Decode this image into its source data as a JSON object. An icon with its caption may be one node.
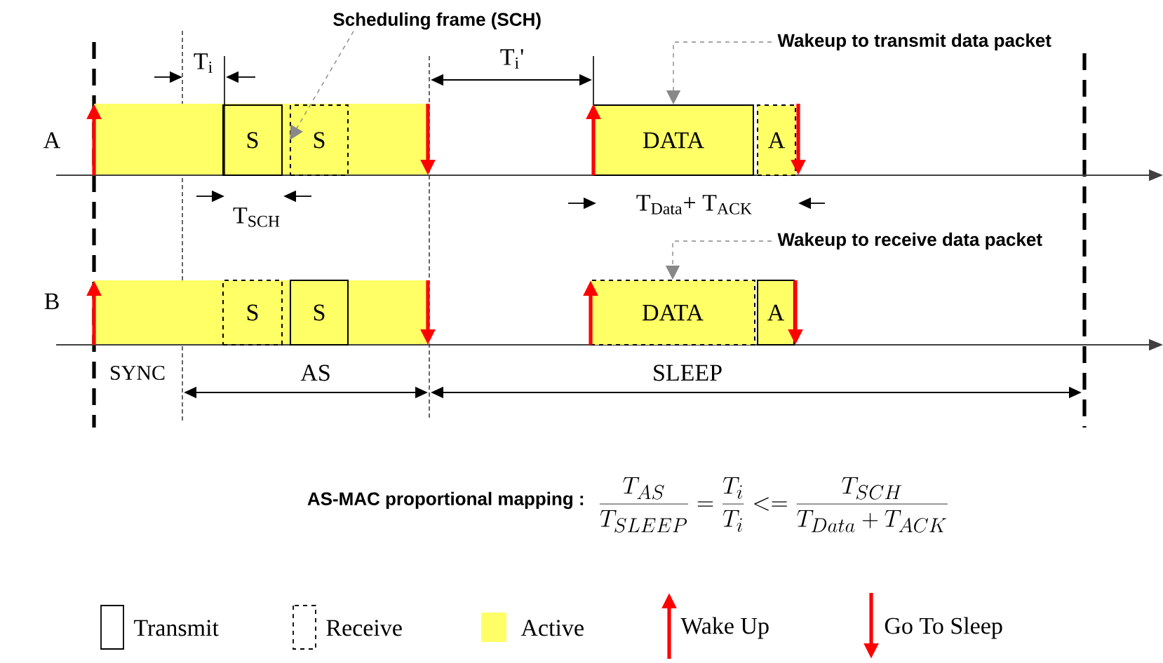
{
  "diagram": {
    "nodes": [
      {
        "text": [
          "Scheduling frame (SCH)"
        ]
      },
      {
        "text": [
          "Wakeup to transmit data packet"
        ]
      },
      {
        "text": [
          "S"
        ]
      },
      {
        "text": [
          "S"
        ]
      },
      {
        "text": [
          "DATA"
        ]
      },
      {
        "text": [
          "A"
        ]
      },
      {
        "text": [
          "Wakeup to receive data packet"
        ]
      },
      {
        "text": [
          "S"
        ]
      },
      {
        "text": [
          "S"
        ]
      },
      {
        "text": [
          "DATA"
        ]
      },
      {
        "text": [
          "A"
        ]
      }
    ],
    "edges": [
      {
        "from": 0,
        "to": 3,
        "arrow": "to",
        "style": "dashed"
      },
      {
        "from": 1,
        "to": 4,
        "arrow": "to",
        "style": "dashed"
      },
      {
        "from": 6,
        "to": 9,
        "arrow": "to",
        "style": "dashed"
      }
    ],
    "labels": [
      "T$_{i}$",
      "T$_{i}$'",
      "A",
      "T$_{SCH}$",
      "T$_{Data}$+ T$_{ACK}$",
      "B",
      "SYNC",
      "AS",
      "SLEEP",
      "AS-MAC proportional mapping :",
      "\\frac{T_{AS}}{T_{SLEEP}}=\\frac{T_{i}}{T_{i}}<=\\frac{T_{SCH}}{T_{Data}+T_{ACK}}"
    ],
    "legend": [
      {
        "text": "Transmit"
      },
      {
        "text": "Receive"
      },
      {
        "text": "Active",
        "color": "#ffff66"
      },
      {
        "text": "Wake Up"
      },
      {
        "text": "Go To Sleep"
      }
    ]
  }
}
